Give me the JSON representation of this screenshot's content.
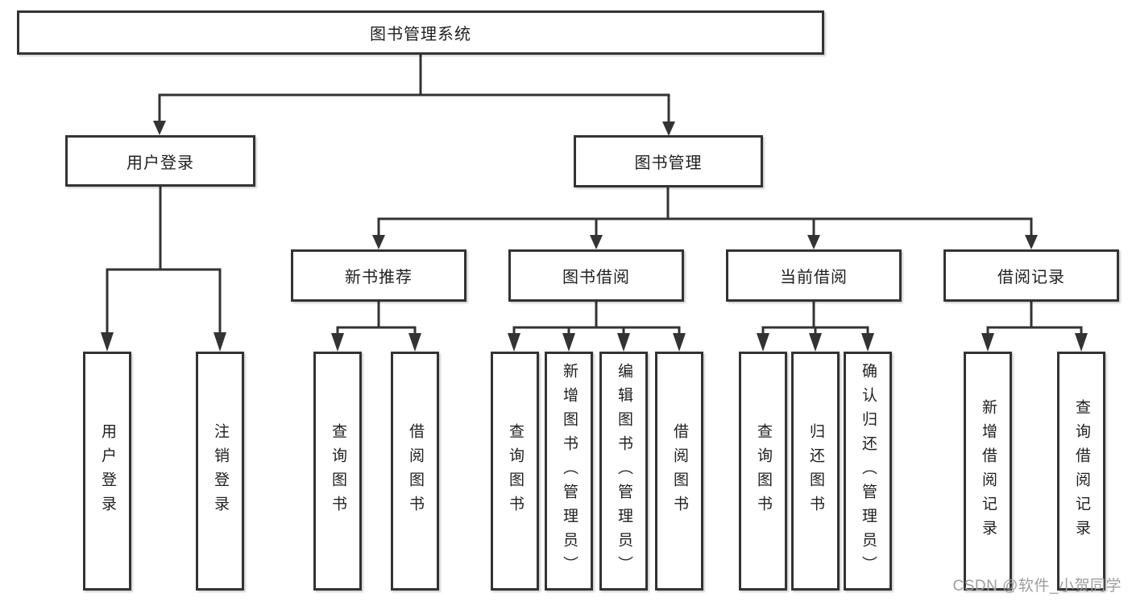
{
  "nodes": {
    "root": {
      "label": "图书管理系统"
    },
    "user_login": {
      "label": "用户登录",
      "children": [
        {
          "label": "用户登录"
        },
        {
          "label": "注销登录"
        }
      ]
    },
    "book_mgmt": {
      "label": "图书管理"
    },
    "new_books": {
      "label": "新书推荐",
      "children": [
        {
          "label": "查询图书"
        },
        {
          "label": "借阅图书"
        }
      ]
    },
    "book_borrow": {
      "label": "图书借阅",
      "children": [
        {
          "label": "查询图书"
        },
        {
          "label": "新增图书（管理员）"
        },
        {
          "label": "编辑图书（管理员）"
        },
        {
          "label": "借阅图书"
        }
      ]
    },
    "current_borrow": {
      "label": "当前借阅",
      "children": [
        {
          "label": "查询图书"
        },
        {
          "label": "归还图书"
        },
        {
          "label": "确认归还（管理员）"
        }
      ]
    },
    "borrow_records": {
      "label": "借阅记录",
      "children": [
        {
          "label": "新增借阅记录"
        },
        {
          "label": "查询借阅记录"
        }
      ]
    }
  },
  "watermark": {
    "text": "CSDN @软件_小贺同学"
  },
  "colors": {
    "line": "#333333",
    "box_border": "#333333",
    "text": "#1f1f1f",
    "watermark": "#9e9e9e",
    "background": "#ffffff"
  }
}
